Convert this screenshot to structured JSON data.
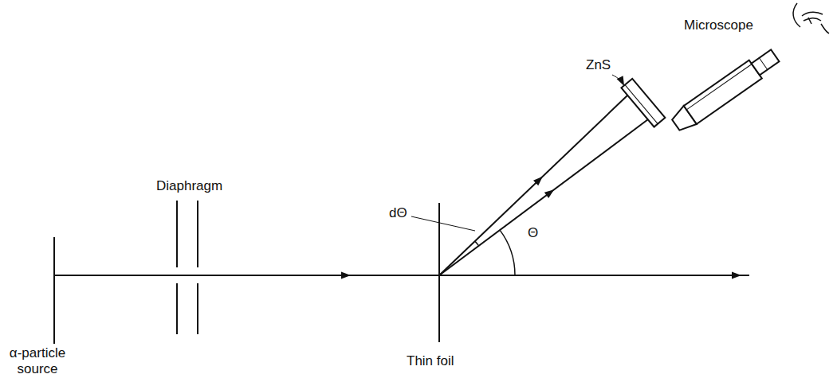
{
  "diagram": {
    "labels": [
      "Microscope",
      "ZnS",
      "Diaphragm",
      "dΘ",
      "Θ",
      "α-particle source",
      "Thin foil"
    ]
  }
}
